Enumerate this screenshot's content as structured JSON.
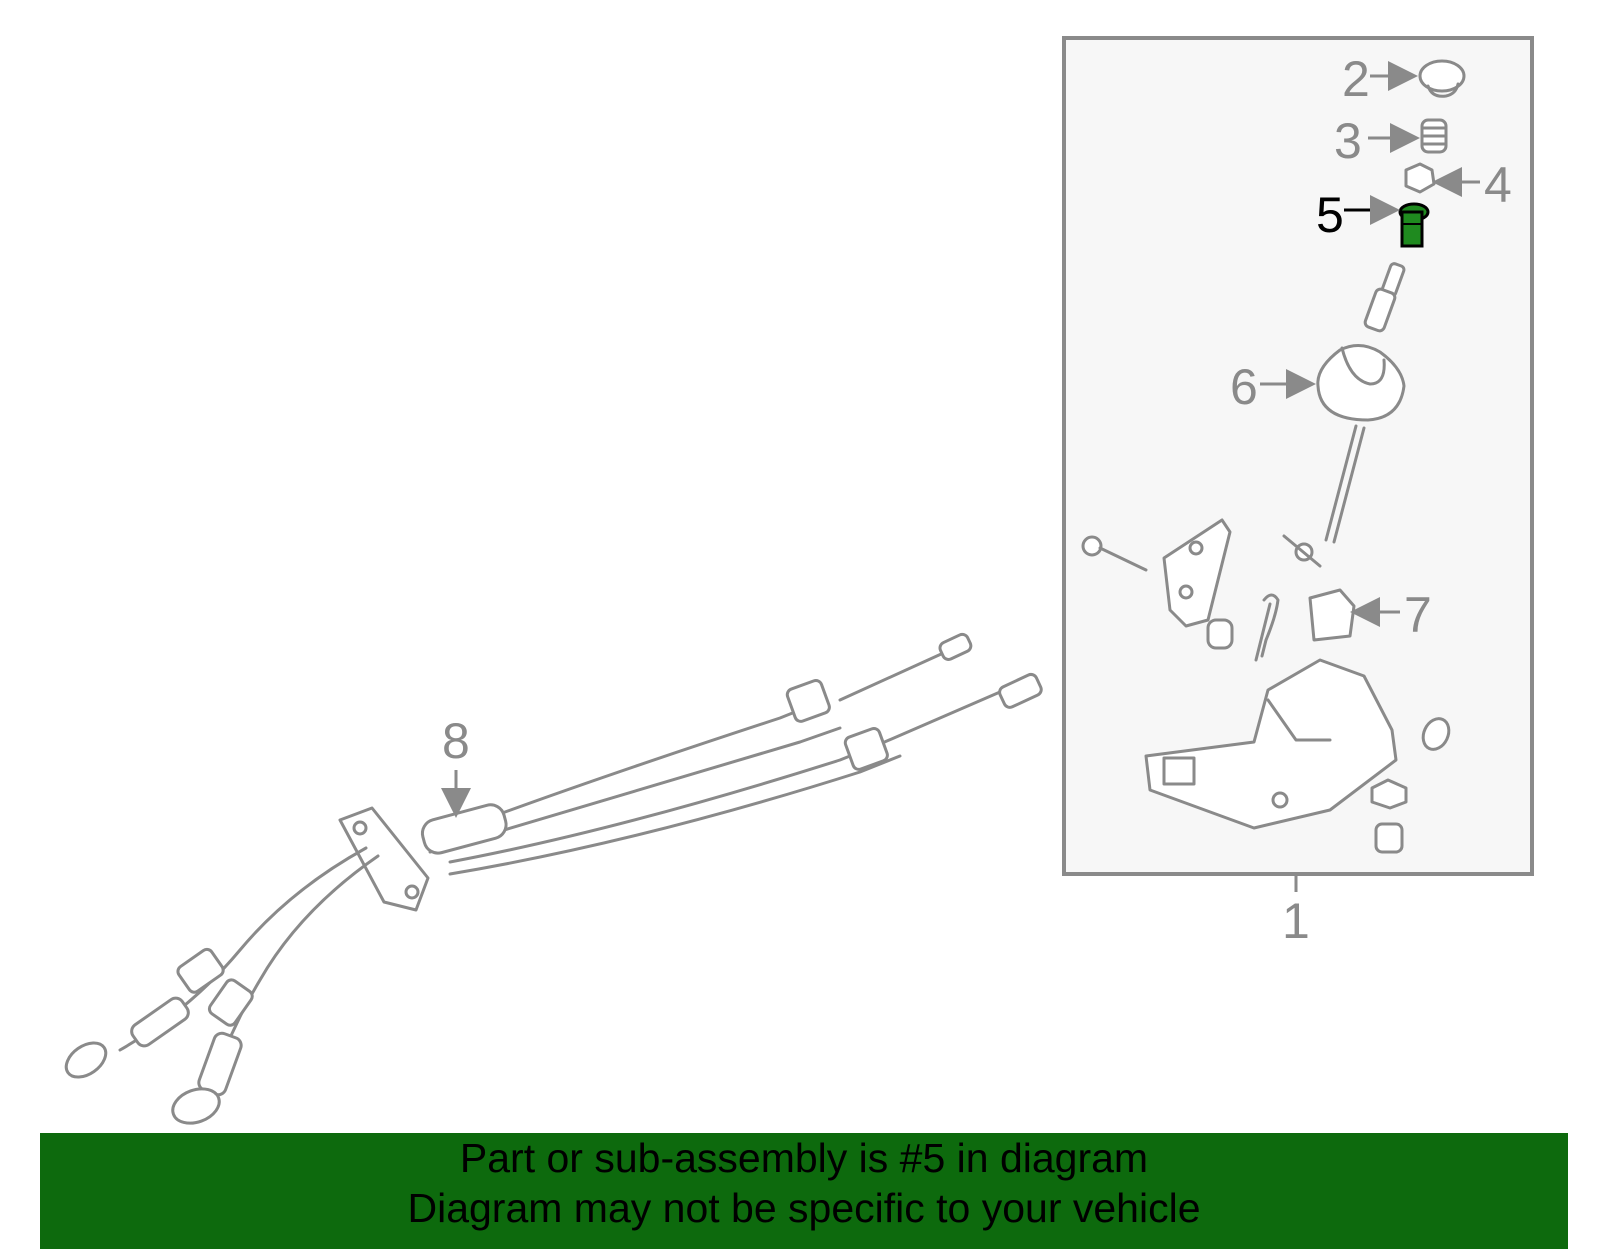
{
  "diagram": {
    "callouts": [
      "1",
      "2",
      "3",
      "4",
      "5",
      "6",
      "7",
      "8"
    ],
    "highlighted_part": "5",
    "colors": {
      "line": "#8a8a8a",
      "highlight": "#1f8a1f",
      "banner": "#0d6a0d",
      "box_fill": "#f7f7f7"
    }
  },
  "banner": {
    "line1": "Part or sub-assembly is #5 in diagram",
    "line2": "Diagram may not be specific to your vehicle"
  }
}
